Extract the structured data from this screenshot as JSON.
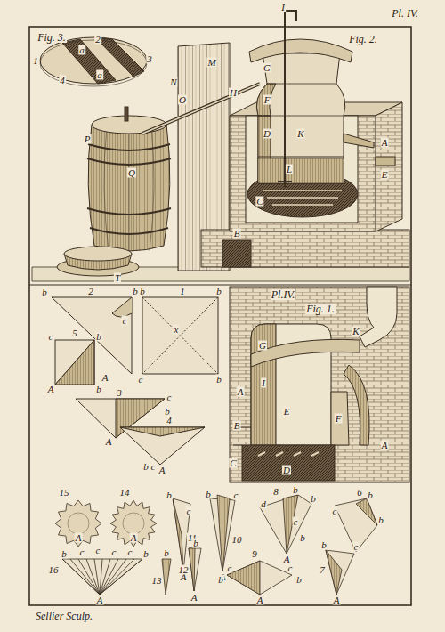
{
  "diagram": {
    "labels": [
      "Pl. IV.",
      "Fig. 3.",
      "2",
      "a",
      "1",
      "3",
      "a",
      "4",
      "I",
      "Fig. 2.",
      "G",
      "M",
      "H",
      "N",
      "O",
      "P",
      "F",
      "D",
      "K",
      "L",
      "C",
      "A",
      "E",
      "Q",
      "B",
      "T",
      "b",
      "2",
      "b",
      "c",
      "A",
      "b",
      "1",
      "b",
      "x",
      "c",
      "b",
      "5",
      "c",
      "b",
      "A",
      "b",
      "3",
      "c",
      "b",
      "A",
      "4",
      "b",
      "c",
      "A",
      "Pl.IV.",
      "Fig. 1.",
      "K",
      "G",
      "I",
      "A",
      "B",
      "E",
      "F",
      "C",
      "D",
      "A",
      "15",
      "A",
      "14",
      "A",
      "11",
      "c",
      "b",
      "A",
      "10",
      "b",
      "c",
      "A",
      "8",
      "d",
      "b",
      "b",
      "c",
      "b",
      "A",
      "6",
      "c",
      "b",
      "b",
      "16",
      "b",
      "c",
      "c",
      "c",
      "c",
      "b",
      "A",
      "13",
      "b",
      "12",
      "b",
      "A",
      "9",
      "c",
      "c",
      "b",
      "b",
      "A",
      "7",
      "b",
      "c",
      "A",
      "Sellier Sculp."
    ]
  }
}
